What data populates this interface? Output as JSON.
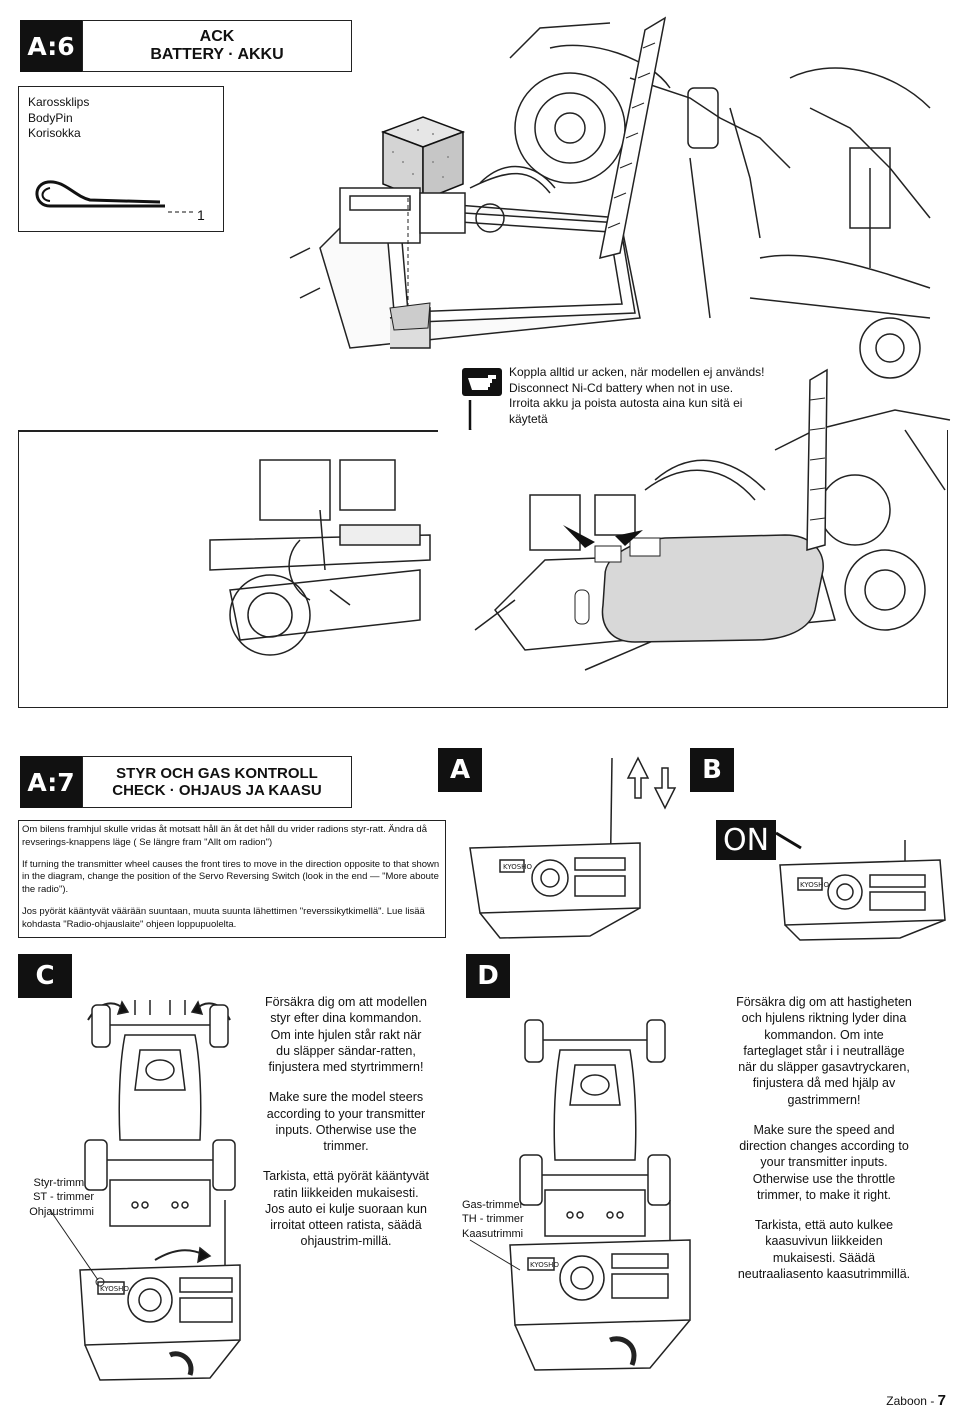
{
  "a6": {
    "tag": "A:6",
    "title_sv": "ACK",
    "title_en": "BATTERY · AKKU",
    "part_label": [
      "Karossklips",
      "BodyPin",
      "Korisokka"
    ],
    "part_qty": "1",
    "note": [
      "Koppla alltid ur acken, när modellen ej används!",
      "Disconnect Ni-Cd battery when not in use.",
      "Irroita akku ja poista autosta aina kun sitä ei",
      "käytetä"
    ]
  },
  "a7": {
    "tag": "A:7",
    "title_sv": "STYR OCH GAS KONTROLL",
    "title_en": "CHECK · OHJAUS JA KAASU",
    "p_sv": "Om bilens framhjul skulle vridas åt motsatt håll än åt det håll du vrider radions styr-ratt. Ändra då revserings-knappens läge ( Se längre fram \"Allt om radion\")",
    "p_en": "If turning the transmitter wheel causes the front tires to move in the direction opposite to that shown in the diagram, change the position of the Servo Reversing Switch (look in  the end — \"More aboute the radio\").",
    "p_fi": "Jos pyörät kääntyvät väärään suuntaan, muuta suunta lähettimen \"reverssikytkimellä\". Lue lisää kohdasta \"Radio-ohjauslaite\" ohjeen loppupuolelta.",
    "label_a": "A",
    "label_b": "B",
    "on_label": "ON",
    "brand": "KYOSHO"
  },
  "c": {
    "label": "C",
    "trim_label": [
      "Styr-trimmer",
      "ST - trimmer",
      "Ohjaustrimmi"
    ],
    "text_sv": "Försäkra dig om att modellen styr efter dina kommandon. Om inte hjulen står rakt när du släpper sändar-ratten, finjustera med styrtrimmern!",
    "text_en": "Make sure the model steers according to your transmitter inputs. Otherwise use the trimmer.",
    "text_fi": "Tarkista, että pyörät kääntyvät ratin liikkeiden mukaisesti. Jos auto ei kulje suoraan kun irroitat otteen ratista, säädä ohjaustrim-millä."
  },
  "d": {
    "label": "D",
    "trim_label": [
      "Gas-trimmer",
      "TH - trimmer",
      "Kaasutrimmi"
    ],
    "text_sv": "Försäkra dig om att hastigheten och hjulens riktning lyder dina kommandon. Om inte farteglaget står i i neutralläge när du släpper gasavtryckaren, finjustera då med hjälp av gastrimmern!",
    "text_en": "Make sure the speed and direction changes according to your transmitter inputs. Otherwise use the  throttle trimmer, to make it right.",
    "text_fi": "Tarkista, että auto kulkee kaasuvivun liikkeiden mukaisesti. Säädä neutraaliasento kaasutrimmillä."
  },
  "footer": {
    "model": "Zaboon -",
    "page": "7"
  }
}
